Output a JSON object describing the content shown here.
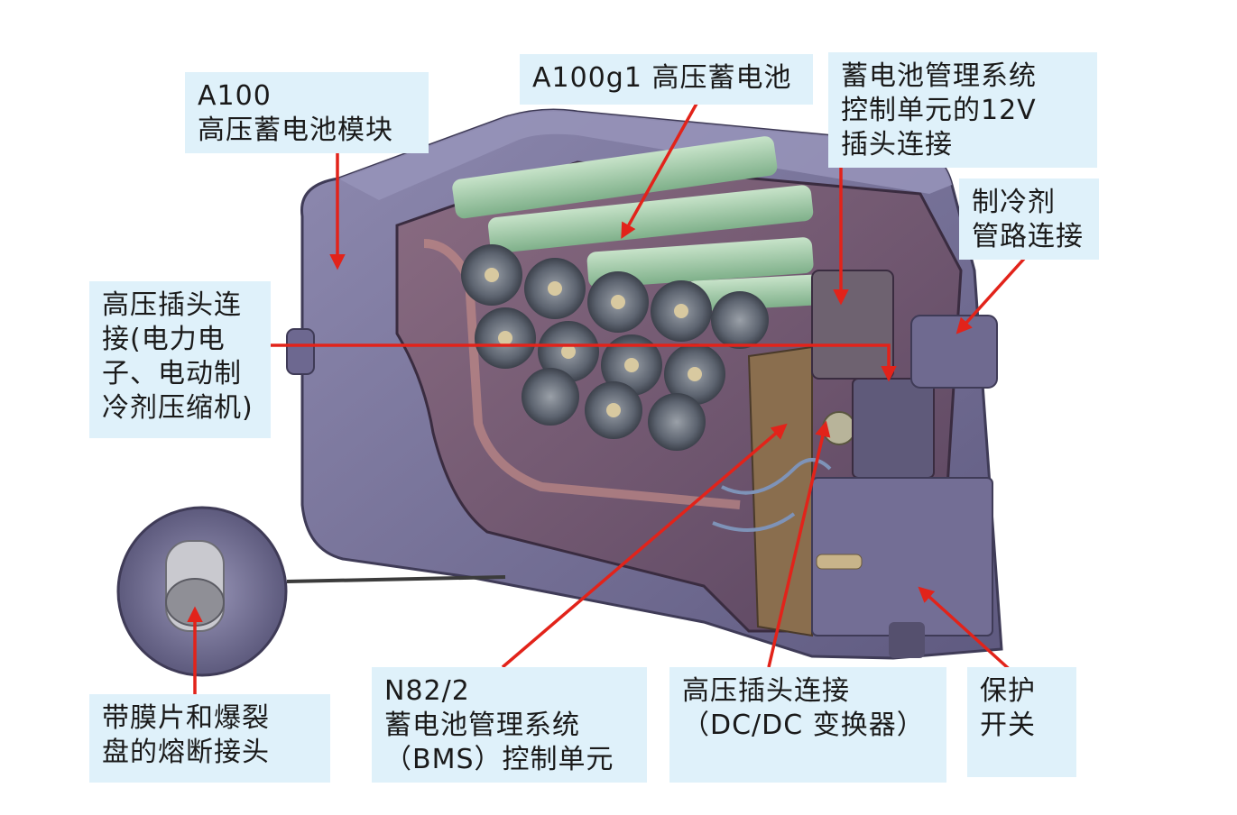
{
  "labels": {
    "module": "A100\n高压蓄电池模块",
    "battery": "A100g1 高压蓄电池",
    "bms_12v": "蓄电池管理系统\n控制单元的12V\n插头连接",
    "coolant": "制冷剂\n管路连接",
    "hv_connector": "高压插头连\n接(电力电\n子、电动制\n冷剂压缩机)",
    "fuse": "带膜片和爆裂\n盘的熔断接头",
    "bms": "N82/2\n蓄电池管理系统\n（BMS）控制单元",
    "dcdc": "高压插头连接\n（DC/DC 变换器）",
    "switch": "保护\n开关"
  },
  "colors": {
    "label_bg": "#dff1fa",
    "arrow": "#e2231a",
    "housing": "#7f7a9e",
    "cells": "#9fc9a6"
  }
}
